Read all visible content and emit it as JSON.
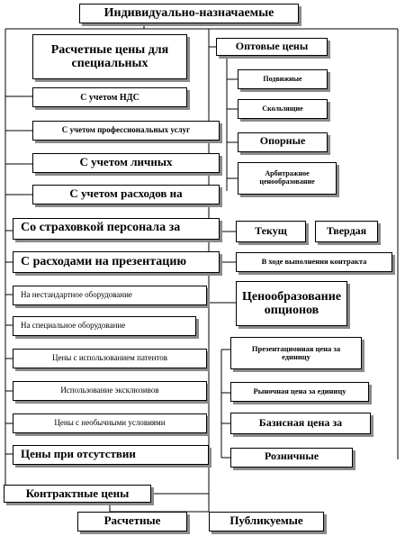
{
  "title": "Индивидуально-назначаемые",
  "left_col": {
    "header": "Расчетные цены для специальных",
    "items": [
      "С учетом НДС",
      "С учетом профессиональных услуг",
      "С учетом личных",
      "С учетом расходов на",
      "Со страховкой персонала за",
      "С расходами на презентацию",
      "На нестандартное оборудование",
      "На специальное оборудование",
      "Цены с использованием патентов",
      "Использование эксклюзивов",
      "Цены с необычными условиями",
      "Цены при отсутствии"
    ]
  },
  "right_col": {
    "header": "Оптовые цены",
    "items": [
      "Подвижные",
      "Скользящие",
      "Опорные",
      "Арбитражное ценообразование",
      "Текущ",
      "Твердая",
      "В ходе выполнения контракта",
      "Ценообразование опционов",
      "Презентационная цена за единицу",
      "Рыночная цена за единицу",
      "Базисная цена за",
      "Розничные"
    ]
  },
  "contract": {
    "header": "Контрактные цены",
    "items": [
      "Расчетные",
      "Публикуемые"
    ]
  }
}
